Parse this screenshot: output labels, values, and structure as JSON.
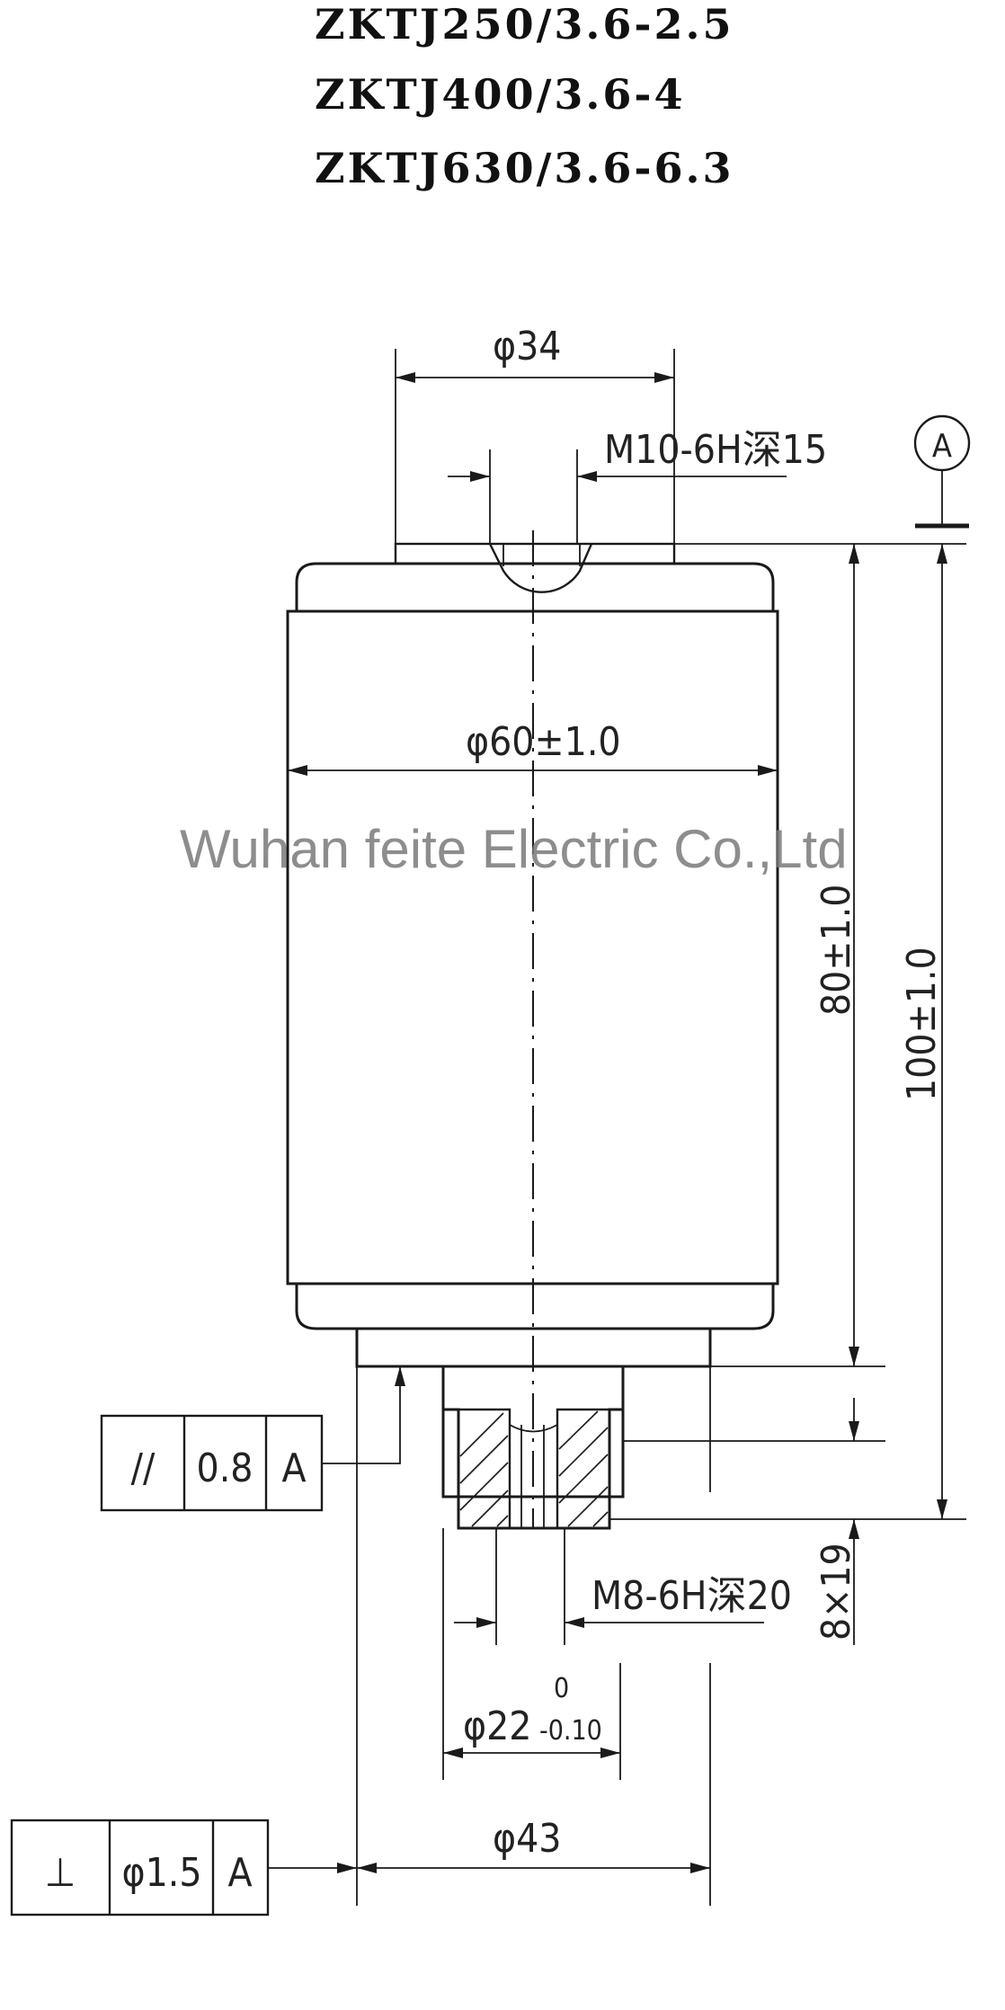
{
  "title_lines": [
    "ZKTJ250/3.6-2.5",
    "ZKTJ400/3.6-4",
    "ZKTJ630/3.6-6.3"
  ],
  "watermark": "Wuhan feite Electric Co.,Ltd",
  "datum": "A",
  "dimensions": {
    "top_diameter": "φ34",
    "top_thread": "M10-6H深15",
    "body_diameter": "φ60±1.0",
    "body_height": "80±1.0",
    "total_height": "100±1.0",
    "bottom_thread": "M8-6H深20",
    "bottom_flat": "8×19",
    "stem_diameter": "φ22",
    "stem_tol_upper": "0",
    "stem_tol_lower": "-0.10",
    "flange_diameter": "φ43"
  },
  "tolerances": {
    "parallelism": {
      "symbol": "//",
      "value": "0.8",
      "datum": "A"
    },
    "perpendicularity": {
      "symbol": "⊥",
      "value": "φ1.5",
      "datum": "A"
    }
  }
}
